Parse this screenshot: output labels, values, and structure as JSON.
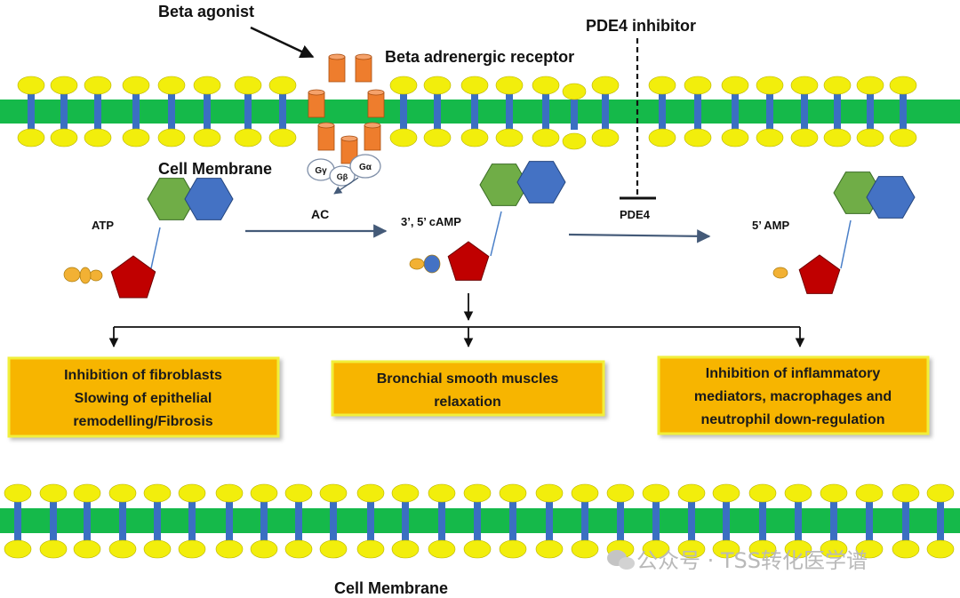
{
  "labels": {
    "beta_agonist": "Beta agonist",
    "beta_receptor": "Beta adrenergic receptor",
    "pde4_inhibitor": "PDE4 inhibitor",
    "cell_membrane_top": "Cell Membrane",
    "cell_membrane_bottom": "Cell Membrane",
    "g_gamma": "Gγ",
    "g_beta": "Gβ",
    "g_alpha": "Gα",
    "ac": "AC",
    "atp": "ATP",
    "camp": "3’, 5’ cAMP",
    "pde4": "PDE4",
    "amp": "5’ AMP"
  },
  "outcomes": {
    "left": [
      "Inhibition of fibroblasts",
      "Slowing of epithelial",
      "remodelling/Fibrosis"
    ],
    "middle": [
      "Bronchial smooth muscles",
      "relaxation"
    ],
    "right": [
      "Inhibition of inflammatory",
      "mediators, macrophages and",
      "neutrophil down-regulation"
    ]
  },
  "watermark": "公众号 · TSS转化医学谱",
  "colors": {
    "membrane_band": "#15b94a",
    "lipid_head": "#f2ee0c",
    "lipid_tail": "#3b6fc2",
    "receptor": "#ee7d2d",
    "pentagon": "#c00000",
    "hexagon_green": "#70ad47",
    "hexagon_blue": "#4472c4",
    "phosphate": "#f2b134",
    "camp_phosphate": "#4472c4",
    "box_fill": "#f7b500",
    "box_border": "#f1ef3b",
    "arrow": "#445a78"
  }
}
